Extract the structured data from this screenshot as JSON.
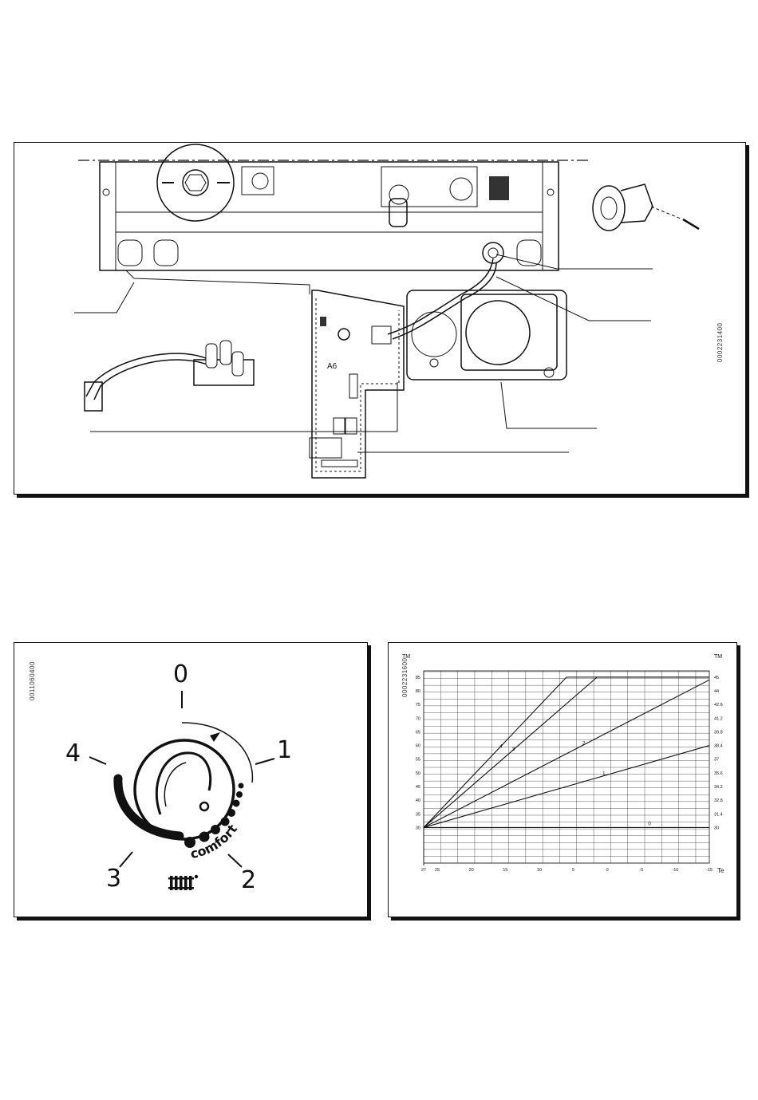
{
  "figure_top": {
    "code": "0002231400",
    "board_label": "A6"
  },
  "figure_knob": {
    "code": "0011060400",
    "dial_numbers": [
      "0",
      "1",
      "2",
      "3",
      "4"
    ],
    "comfort_text": "comfort",
    "radiator_icon": "radiator-icon"
  },
  "figure_chart": {
    "code": "0002231600"
  },
  "chart_data": {
    "type": "line",
    "xlabel": "Te",
    "ylabel": "TM",
    "ylabel_right": "TM",
    "x_ticks": [
      "27",
      "25",
      "20",
      "15",
      "10",
      "5",
      "0",
      "-5",
      "-10",
      "-15"
    ],
    "x_reversed": true,
    "xlim": [
      27,
      -15
    ],
    "y_ticks": [
      "30",
      "35",
      "40",
      "45",
      "50",
      "55",
      "60",
      "65",
      "70",
      "75",
      "80",
      "85"
    ],
    "ylim": [
      30,
      85
    ],
    "y_ticks_right": [
      "30",
      "31.4",
      "32.8",
      "34.2",
      "35.6",
      "37",
      "38.4",
      "39.8",
      "41.2",
      "42.6",
      "44",
      "45"
    ],
    "grid": true,
    "series": [
      {
        "name": "0",
        "x": [
          27,
          -15
        ],
        "y": [
          30,
          30
        ]
      },
      {
        "name": "1",
        "x": [
          27,
          -15
        ],
        "y": [
          30,
          60
        ]
      },
      {
        "name": "2",
        "x": [
          27,
          -15
        ],
        "y": [
          30,
          84
        ]
      },
      {
        "name": "3",
        "x": [
          27,
          1.5,
          -15
        ],
        "y": [
          30,
          85,
          85
        ]
      },
      {
        "name": "4",
        "x": [
          27,
          6,
          -15
        ],
        "y": [
          30,
          85,
          85
        ]
      }
    ]
  }
}
